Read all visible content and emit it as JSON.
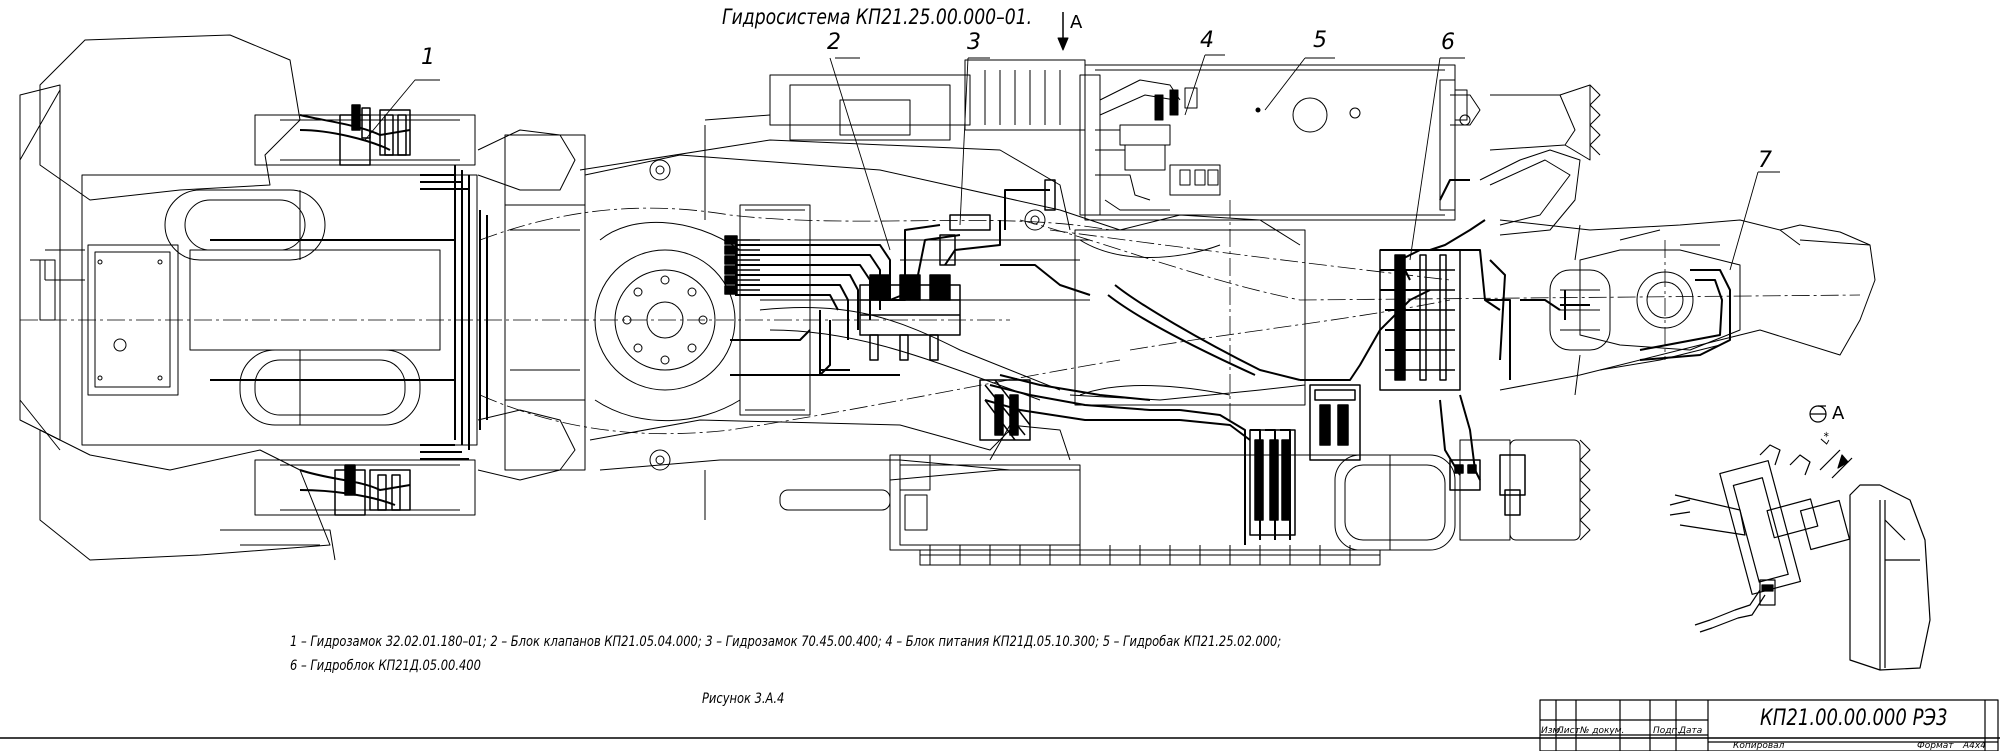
{
  "title": "Гидросистема КП21.25.00.000–01.",
  "view_marker": "А",
  "callouts": [
    "1",
    "2",
    "3",
    "4",
    "5",
    "6",
    "7"
  ],
  "detail_view_label": "А",
  "detail_dimension": "L*",
  "legend_line1": "1 – Гидрозамок 32.02.01.180–01; 2 – Блок клапанов КП21.05.04.000; 3 – Гидрозамок 70.45.00.400; 4 – Блок питания КП21Д.05.10.300; 5 – Гидробак КП21.25.02.000;",
  "legend_line2": "6 – Гидроблок КП21Д.05.00.400",
  "figure_caption": "Рисунок 3.А.4",
  "title_block": {
    "designation": "КП21.00.00.000 РЭ3",
    "headers": [
      "Изм.",
      "Лист",
      "№ докум.",
      "Подп.",
      "Дата"
    ],
    "copied": "Копировал",
    "format_label": "Формат",
    "format_value": "А4х4"
  }
}
